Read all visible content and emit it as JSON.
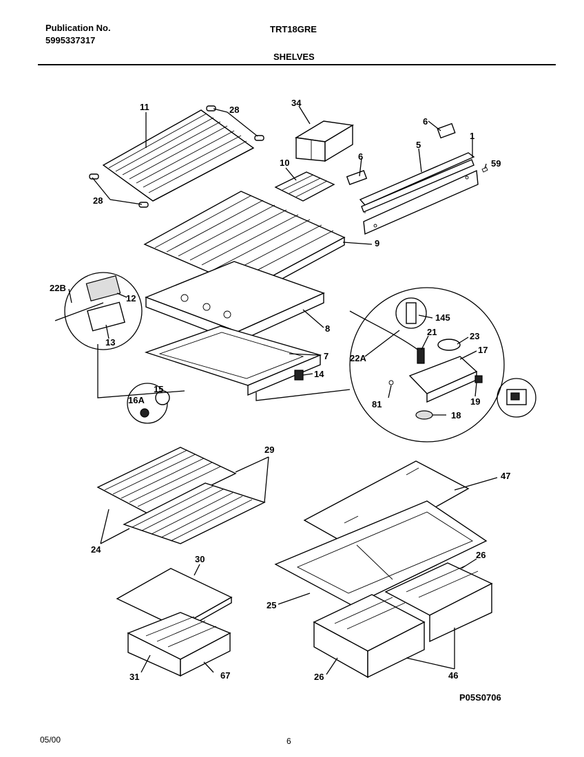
{
  "header": {
    "publication_label": "Publication No.",
    "publication_number": "5995337317",
    "model": "TRT18GRE",
    "section_title": "SHELVES"
  },
  "callouts": {
    "c11": "11",
    "c28a": "28",
    "c34": "34",
    "c6a": "6",
    "c1": "1",
    "c5": "5",
    "c59": "59",
    "c10": "10",
    "c6b": "6",
    "c28b": "28",
    "c9": "9",
    "c22b": "22B",
    "c12": "12",
    "c13": "13",
    "c8": "8",
    "c7": "7",
    "c14": "14",
    "c15": "15",
    "c16a": "16A",
    "c145": "145",
    "c21": "21",
    "c23": "23",
    "c17": "17",
    "c22a": "22A",
    "c81": "81",
    "c19": "19",
    "c18": "18",
    "c29": "29",
    "c24": "24",
    "c47": "47",
    "c30": "30",
    "c26a": "26",
    "c25": "25",
    "c31": "31",
    "c67": "67",
    "c26b": "26",
    "c46": "46"
  },
  "footer": {
    "reference_code": "P05S0706",
    "date": "05/00",
    "page_number": "6"
  }
}
